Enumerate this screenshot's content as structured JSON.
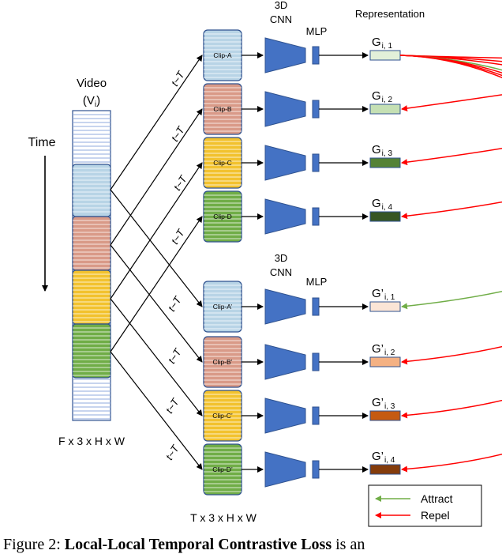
{
  "video": {
    "title": "Video",
    "subtitle": "(V",
    "subtitle_sub": "i",
    "subtitle_close": ")",
    "dims": "F x 3 x H x W"
  },
  "time_label": "Time",
  "clip_dims": "T x 3 x H x W",
  "header": {
    "cnn_line1": "3D",
    "cnn_line2": "CNN",
    "mlp": "MLP",
    "representation": "Representation"
  },
  "sampling_label": "t~T",
  "clips": [
    {
      "label": "Clip-A",
      "color": "#b8d4e6"
    },
    {
      "label": "Clip-B",
      "color": "#d99a88"
    },
    {
      "label": "Clip-C",
      "color": "#f2c22e"
    },
    {
      "label": "Clip-D",
      "color": "#70ad47"
    },
    {
      "label": "Clip-A’",
      "color": "#b8d4e6"
    },
    {
      "label": "Clip-B’",
      "color": "#d99a88"
    },
    {
      "label": "Clip-C’",
      "color": "#f2c22e"
    },
    {
      "label": "Clip-D’",
      "color": "#70ad47"
    }
  ],
  "representations": [
    {
      "label": "G",
      "sub": "i, 1",
      "color": "#e2f0d9"
    },
    {
      "label": "G",
      "sub": "i, 2",
      "color": "#c5e0b4"
    },
    {
      "label": "G",
      "sub": "i, 3",
      "color": "#548235"
    },
    {
      "label": "G",
      "sub": "i, 4",
      "color": "#375623"
    },
    {
      "label": "G’",
      "sub": "i, 1",
      "color": "#fbe5d6"
    },
    {
      "label": "G’",
      "sub": "i, 2",
      "color": "#f4b183"
    },
    {
      "label": "G’",
      "sub": "i, 3",
      "color": "#c55a11"
    },
    {
      "label": "G’",
      "sub": "i, 4",
      "color": "#843c0c"
    }
  ],
  "legend": {
    "attract": "Attract",
    "repel": "Repel",
    "attract_color": "#70ad47",
    "repel_color": "#ff0000"
  },
  "colors": {
    "cnn": "#4472c4",
    "clip_border": "#2f528f",
    "video_border": "#2f528f"
  },
  "caption": {
    "prefix": "Figure 2: ",
    "bold": "Local-Local Temporal Contrastive Loss",
    "suffix": " is an"
  }
}
